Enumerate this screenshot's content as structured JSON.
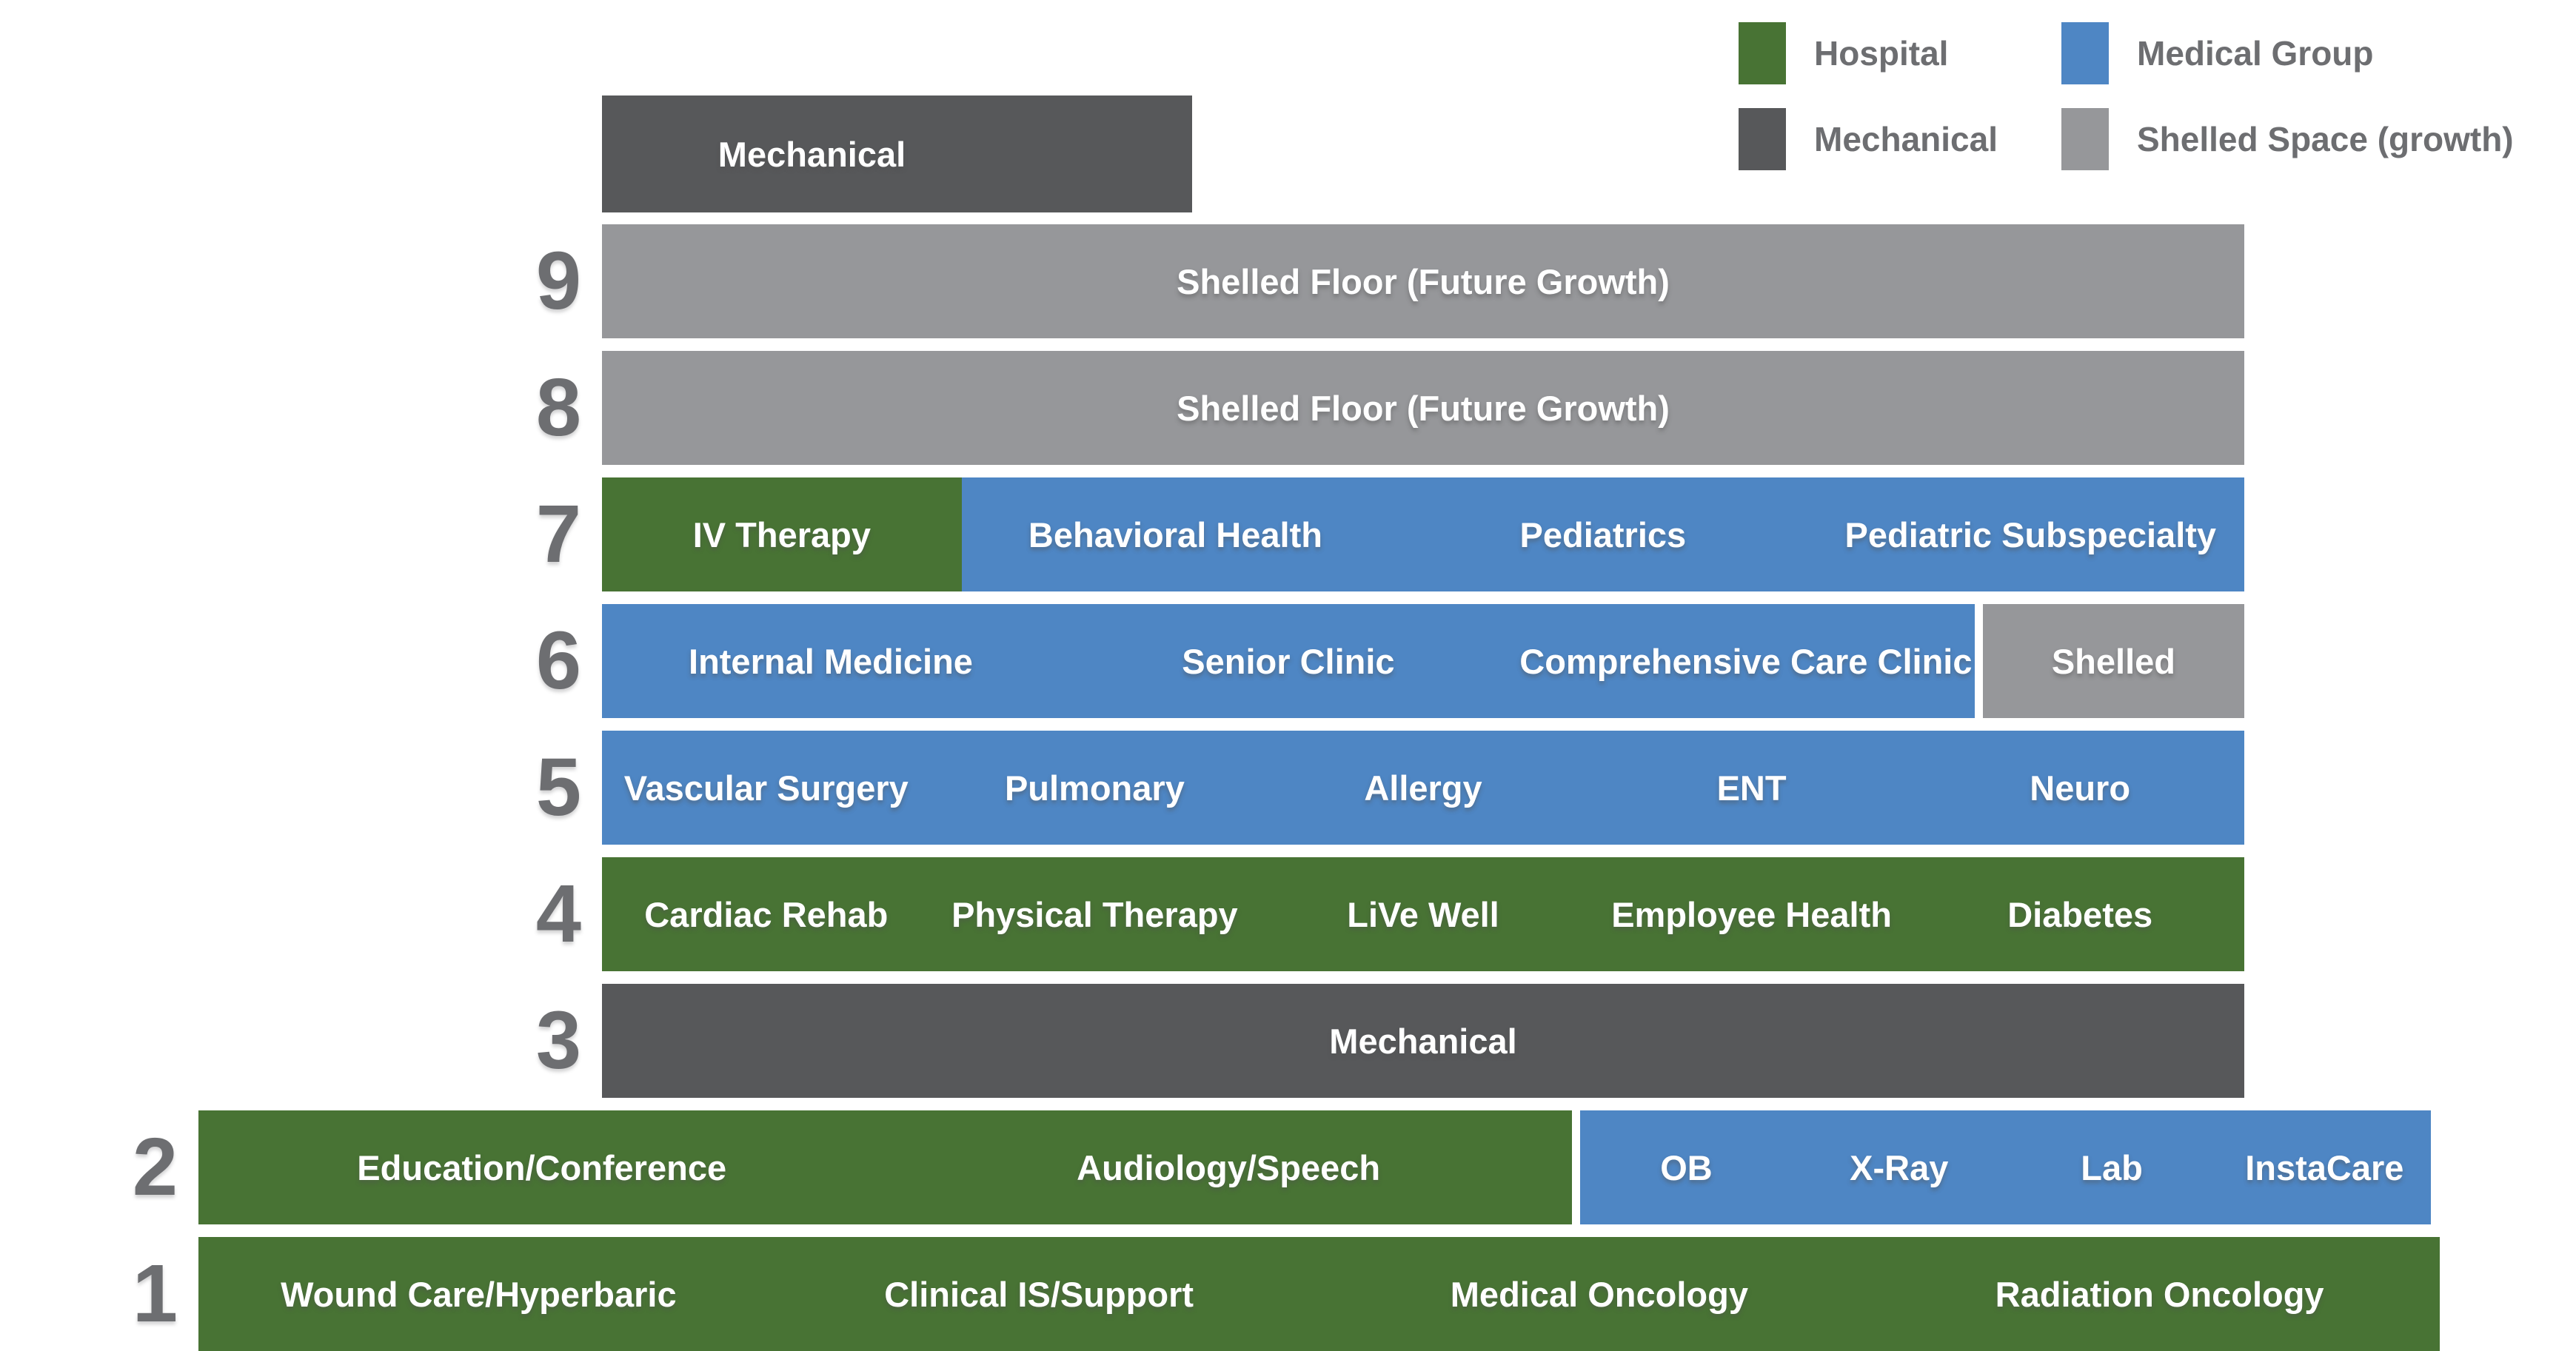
{
  "colors": {
    "hospital": "#487334",
    "medical_group": "#4e86c4",
    "mechanical": "#57585a",
    "shelled": "#96979a",
    "text_gray": "#6d6e71",
    "bar_label": "#ffffff"
  },
  "legend": {
    "items": [
      {
        "label": "Hospital",
        "type": "hospital"
      },
      {
        "label": "Medical Group",
        "type": "medical_group"
      },
      {
        "label": "Mechanical",
        "type": "mechanical"
      },
      {
        "label": "Shelled Space (growth)",
        "type": "shelled"
      }
    ]
  },
  "penthouse": {
    "label": "Mechanical",
    "type": "mechanical"
  },
  "floors": [
    {
      "number": "9",
      "wide": false,
      "segments": [
        {
          "type": "shelled",
          "flex": 1,
          "labels": [
            "Shelled Floor (Future Growth)"
          ]
        }
      ]
    },
    {
      "number": "8",
      "wide": false,
      "segments": [
        {
          "type": "shelled",
          "flex": 1,
          "labels": [
            "Shelled Floor (Future Growth)"
          ]
        }
      ]
    },
    {
      "number": "7",
      "wide": false,
      "segments": [
        {
          "type": "hospital",
          "flex": 0.219,
          "labels": [
            "IV Therapy"
          ]
        },
        {
          "type": "medical_group",
          "flex": 0.781,
          "labels": [
            "Behavioral Health",
            "Pediatrics",
            "Pediatric Subspecialty"
          ]
        }
      ]
    },
    {
      "number": "6",
      "wide": false,
      "segments": [
        {
          "type": "medical_group",
          "flex": 0.84,
          "labels": [
            "Internal Medicine",
            "Senior Clinic",
            "Comprehensive Care Clinic"
          ]
        },
        {
          "type": "shelled",
          "flex": 0.16,
          "gap_before": true,
          "labels": [
            "Shelled"
          ]
        }
      ]
    },
    {
      "number": "5",
      "wide": false,
      "segments": [
        {
          "type": "medical_group",
          "flex": 1,
          "labels": [
            "Vascular Surgery",
            "Pulmonary",
            "Allergy",
            "ENT",
            "Neuro"
          ]
        }
      ]
    },
    {
      "number": "4",
      "wide": false,
      "segments": [
        {
          "type": "hospital",
          "flex": 1,
          "labels": [
            "Cardiac Rehab",
            "Physical Therapy",
            "LiVe Well",
            "Employee Health",
            "Diabetes"
          ]
        }
      ]
    },
    {
      "number": "3",
      "wide": false,
      "segments": [
        {
          "type": "mechanical",
          "flex": 1,
          "labels": [
            "Mechanical"
          ]
        }
      ]
    },
    {
      "number": "2",
      "wide": true,
      "segments": [
        {
          "type": "hospital",
          "flex": 0.615,
          "labels": [
            "Education/Conference",
            "Audiology/Speech"
          ]
        },
        {
          "type": "medical_group",
          "flex": 0.381,
          "gap_before": true,
          "labels": [
            "OB",
            "X-Ray",
            "Lab",
            "InstaCare"
          ]
        }
      ]
    },
    {
      "number": "1",
      "wide": true,
      "segments": [
        {
          "type": "hospital",
          "flex": 1,
          "labels": [
            "Wound Care/Hyperbaric",
            "Clinical IS/Support",
            "Medical Oncology",
            "Radiation Oncology"
          ]
        }
      ]
    }
  ]
}
